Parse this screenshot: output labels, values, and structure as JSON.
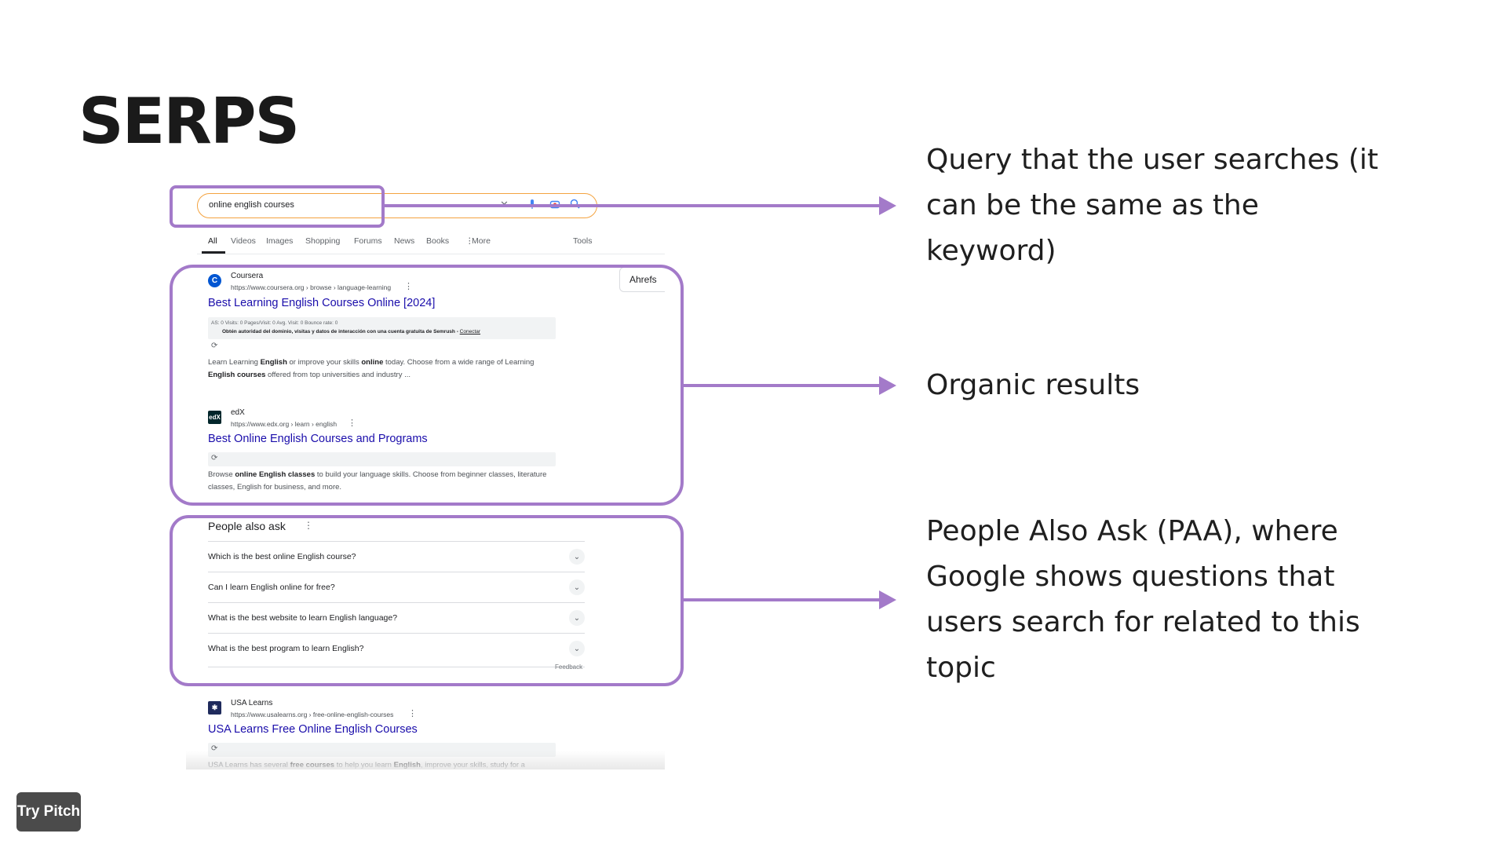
{
  "slide": {
    "title": "SERPS"
  },
  "serp": {
    "query": "online english courses",
    "tabs": [
      "All",
      "Videos",
      "Images",
      "Shopping",
      "Forums",
      "News",
      "Books",
      "More",
      "Tools"
    ],
    "ahrefs_label": "Ahrefs",
    "results": [
      {
        "site": "Coursera",
        "url": "https://www.coursera.org › browse › language-learning",
        "title": "Best Learning English Courses Online [2024]",
        "seo_line1": "AS: 0        Visits: 0    Pages/Visit: 0    Avg. Visit: 0    Bounce rate: 0",
        "seo_line2": "Obtén autoridad del dominio, visitas y datos de interacción con una cuenta gratuita de Semrush - ",
        "seo_link": "Conectar",
        "snippet_html": "Learn Learning <b>English</b> or improve your skills <b>online</b> today. Choose from a wide range of Learning <b>English courses</b> offered from top universities and industry ..."
      },
      {
        "site": "edX",
        "url": "https://www.edx.org › learn › english",
        "title": "Best Online English Courses and Programs",
        "snippet_html": "Browse <b>online English classes</b> to build your language skills. Choose from beginner classes, literature classes, English for business, and more."
      },
      {
        "site": "USA Learns",
        "url": "https://www.usalearns.org › free-online-english-courses",
        "title": "USA Learns Free Online English Courses",
        "snippet_html": "USA Learns has several <b>free courses</b> to help you learn <b>English</b>, improve your skills, study for a"
      }
    ],
    "paa": {
      "title": "People also ask",
      "questions": [
        "Which is the best online English course?",
        "Can I learn English online for free?",
        "What is the best website to learn English language?",
        "What is the best program to learn English?"
      ],
      "feedback": "Feedback"
    }
  },
  "annotations": {
    "query": "Query that the user searches (it can be the same as the keyword)",
    "organic": "Organic results",
    "paa": "People Also Ask (PAA), where Google shows questions that users search for related to this topic"
  },
  "colors": {
    "outline": "#a37ac9",
    "search_border": "#f4a340",
    "link": "#1a0dab"
  },
  "footer": {
    "button_label": "Try Pitch"
  }
}
